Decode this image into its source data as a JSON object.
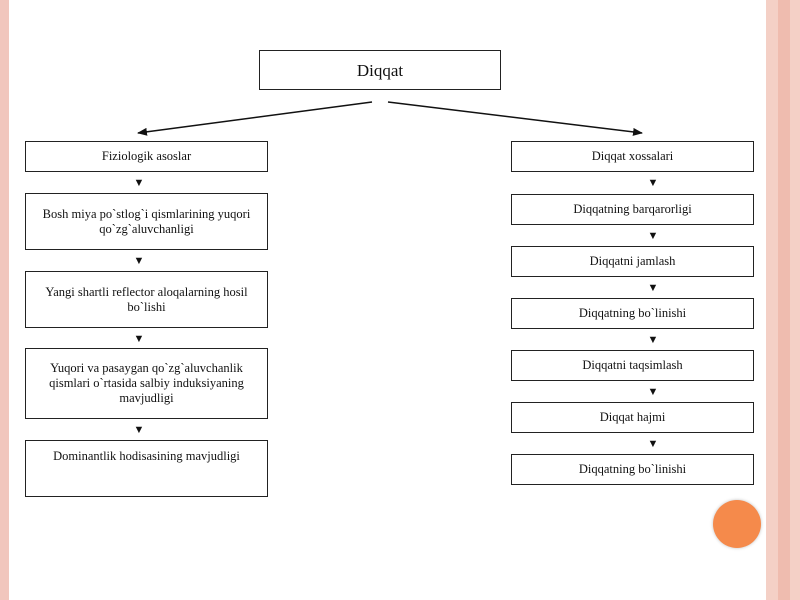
{
  "title": "Diqqat",
  "left": {
    "heading": "Fiziologik asoslar",
    "items": [
      "Bosh miya po`stlog`i qismlarining yuqori qo`zg`aluvchanligi",
      "Yangi shartli reflector aloqalarning hosil bo`lishi",
      "Yuqori va pasaygan qo`zg`aluvchanlik qismlari o`rtasida salbiy induksiyaning mavjudligi",
      "Dominantlik hodisasining mavjudligi"
    ]
  },
  "right": {
    "heading": "Diqqat xossalari",
    "items": [
      "Diqqatning barqarorligi",
      "Diqqatni jamlash",
      "Diqqatning bo`linishi",
      "Diqqatni taqsimlash",
      "Diqqat hajmi",
      "Diqqatning bo`linishi"
    ]
  },
  "arrow_glyph": "▼",
  "colors": {
    "accent_dot": "#f58a4b",
    "border": "#f1c6bd"
  }
}
